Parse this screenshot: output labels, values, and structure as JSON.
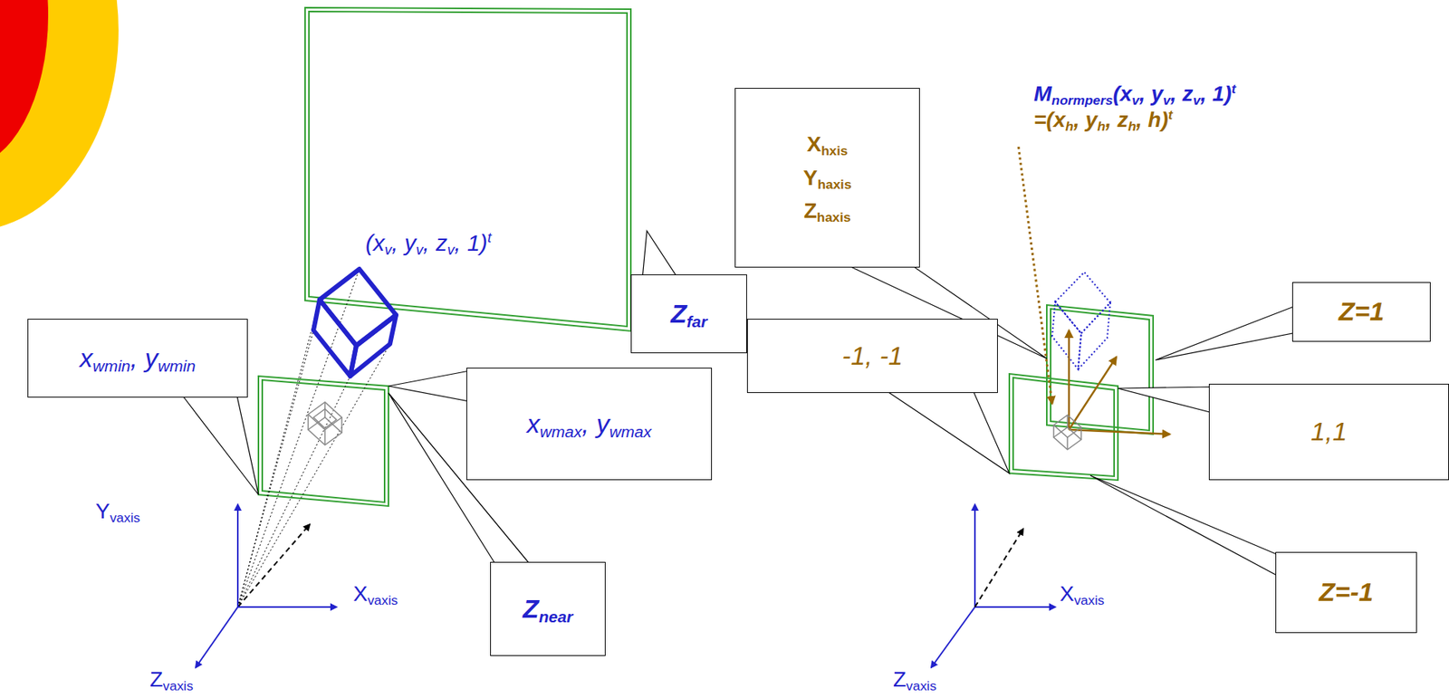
{
  "diagram": {
    "nodes": [
      {
        "text": [
          "xwmin, ywmin"
        ]
      },
      {
        "text": [
          "xwmax, ywmax"
        ]
      },
      {
        "text": [
          "Znear"
        ]
      },
      {
        "text": [
          "Zfar"
        ]
      },
      {
        "text": [
          "-1, -1"
        ]
      },
      {
        "text": [
          "Xhxis Yhaxis Zhaxis"
        ]
      },
      {
        "text": [
          "Z=1"
        ]
      },
      {
        "text": [
          "1,1"
        ]
      },
      {
        "text": [
          "Z=-1"
        ]
      }
    ],
    "edges": [],
    "labels": [
      "(xv, yv, zv, 1)t",
      "Yvaxis",
      "Xvaxis",
      "Zvaxis",
      "Mnormpers(xv, yv, zv, 1)t =(xh, yh, zh, h)t",
      "Xvaxis",
      "Zvaxis"
    ]
  }
}
